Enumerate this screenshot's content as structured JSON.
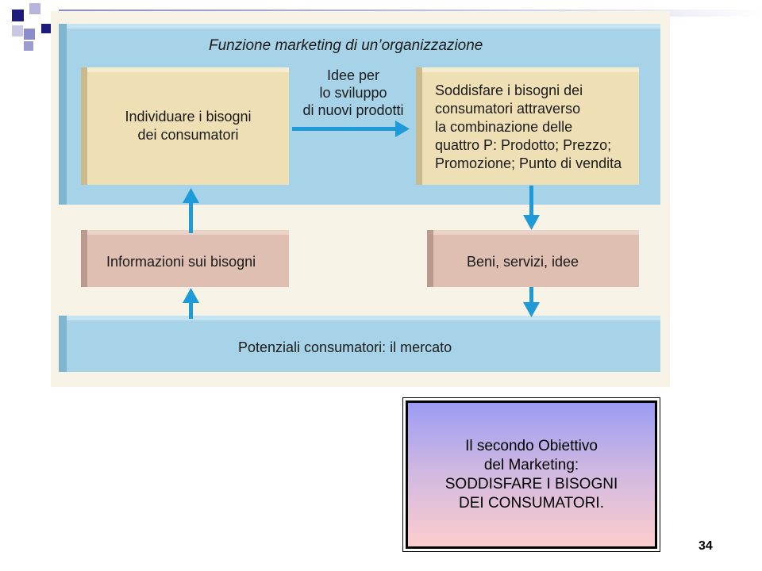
{
  "diagram": {
    "title": "Funzione marketing di un’organizzazione",
    "identify_needs": "Individuare i bisogni\ndei consumatori",
    "ideas_label": "Idee per\nlo sviluppo\ndi nuovi prodotti",
    "satisfy_needs": "Soddisfare i bisogni dei\nconsumatori attraverso\nla combinazione delle\nquattro P: Prodotto; Prezzo;\nPromozione; Punto di vendita",
    "needs_info": "Informazioni sui bisogni",
    "goods": "Beni, servizi, idee",
    "market": "Potenziali consumatori: il mercato"
  },
  "goal": {
    "line1": "Il secondo Obiettivo",
    "line2": "del Marketing:",
    "line3": "SODDISFARE  I  BISOGNI",
    "line4": "DEI  CONSUMATORI."
  },
  "page_number": "34",
  "colors": {
    "org_blue": "#a6d3e8",
    "box_beige": "#efdfb4",
    "box_pink": "#dfbfb1",
    "arrow_blue": "#1f9ad8",
    "header_navy": "#1c1c7c"
  }
}
